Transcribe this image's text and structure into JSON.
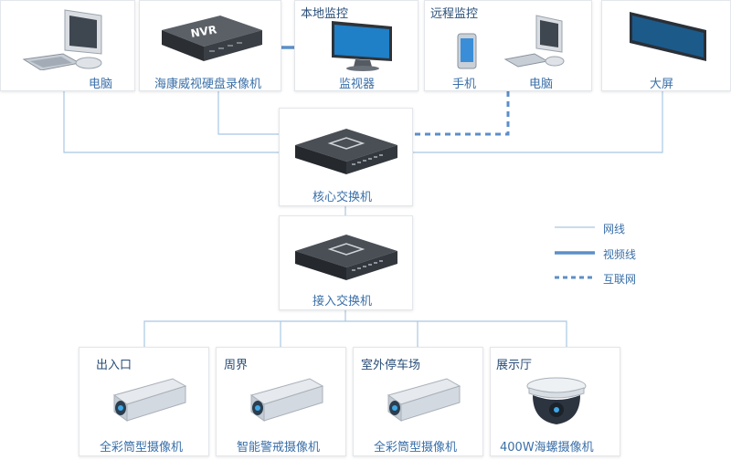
{
  "nodes": {
    "pc_top": {
      "label": "电脑"
    },
    "nvr": {
      "label": "海康威视硬盘录像机",
      "badge": "NVR"
    },
    "monitor": {
      "label": "监视器",
      "group": "本地监控"
    },
    "remote": {
      "group": "远程监控",
      "phone_label": "手机",
      "pc_label": "电脑"
    },
    "bigscreen": {
      "label": "大屏"
    },
    "core_switch": {
      "label": "核心交换机"
    },
    "access_switch": {
      "label": "接入交换机"
    },
    "cameras": [
      {
        "area": "出入口",
        "label": "全彩筒型摄像机"
      },
      {
        "area": "周界",
        "label": "智能警戒摄像机"
      },
      {
        "area": "室外停车场",
        "label": "全彩筒型摄像机"
      },
      {
        "area": "展示厅",
        "label": "400W海螺摄像机"
      }
    ]
  },
  "legend": [
    {
      "label": "网线",
      "style": "thin"
    },
    {
      "label": "视频线",
      "style": "thick"
    },
    {
      "label": "互联网",
      "style": "dashed"
    }
  ],
  "colors": {
    "line": "#a9c7e3",
    "thick": "#5b8fc8",
    "label": "#3a6fa8"
  }
}
